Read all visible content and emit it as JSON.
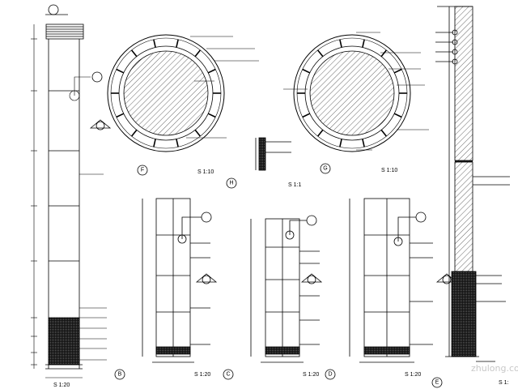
{
  "markers": {
    "F": "F",
    "G": "G",
    "H": "H",
    "B": "B",
    "C": "C",
    "D": "D",
    "E": "E"
  },
  "scales": {
    "plan_f": "S 1:10",
    "plan_g": "S 1:10",
    "detail_h": "S 1:1",
    "elev_b": "S 1:20",
    "elev_c": "S 1:20",
    "elev_d": "S 1:20",
    "right_section": "S 1:",
    "left_elev": "S 1:20"
  },
  "watermark": "zhulong.com"
}
